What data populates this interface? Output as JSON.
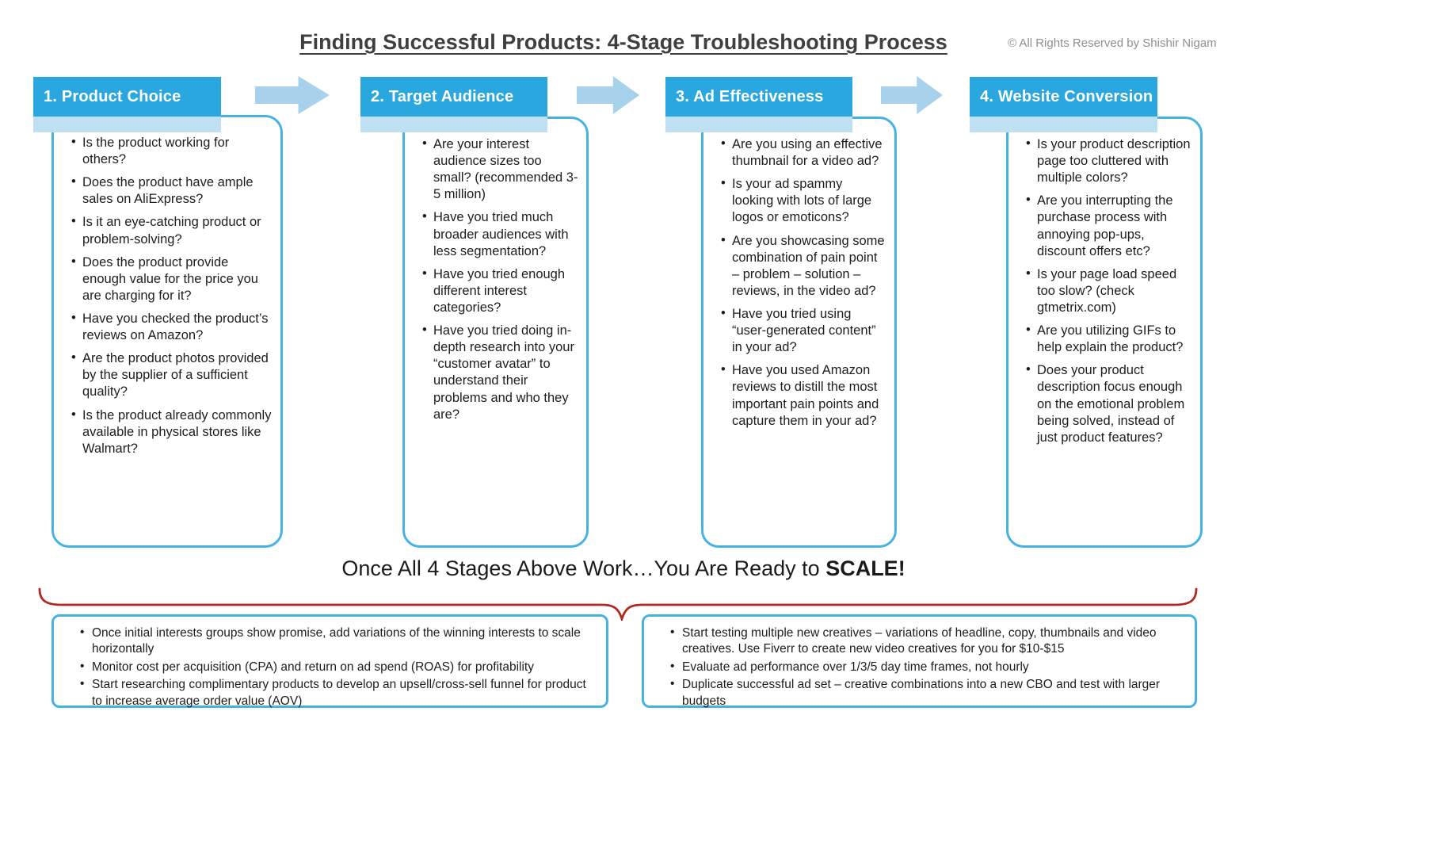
{
  "title": "Finding Successful Products: 4-Stage Troubleshooting Process",
  "copyright": "© All Rights Reserved by Shishir Nigam",
  "icons": {
    "stage_arrow": "arrow-right",
    "scale_brace": "curly-brace-down"
  },
  "colors": {
    "stage_header_blue": "#2aa7de",
    "box_border_blue": "#46b2e4",
    "arrow_blue": "#a8d2ec",
    "header_shadow_blue": "#bfe0f2",
    "brace_red": "#b3271e",
    "title_gray": "#3f3f3f"
  },
  "stages": [
    {
      "label": "1. Product Choice",
      "bullets": [
        "Is the product working for others?",
        "Does the product have ample sales on AliExpress?",
        "Is it an eye-catching product or problem-solving?",
        "Does the product provide enough value for the price you are charging for it?",
        "Have you checked the product’s reviews on Amazon?",
        "Are the product photos provided by the supplier of a sufficient quality?",
        "Is the product already commonly available in physical stores like Walmart?"
      ]
    },
    {
      "label": "2. Target Audience",
      "bullets": [
        "Are your interest audience sizes too small? (recommended 3-5 million)",
        "Have you tried much broader audiences with less segmentation?",
        "Have you tried enough different interest categories?",
        "Have you tried doing in-depth research into your “customer avatar” to understand their problems and who they are?"
      ]
    },
    {
      "label": "3. Ad Effectiveness",
      "bullets": [
        "Are you using an effective thumbnail for a video ad?",
        "Is your ad spammy looking with lots of large logos or emoticons?",
        "Are you showcasing some combination of pain point – problem – solution – reviews, in the video ad?",
        "Have you tried using “user-generated content” in your ad?",
        "Have you used Amazon reviews to distill the most important pain points and capture them in your ad?"
      ]
    },
    {
      "label": "4. Website Conversion",
      "bullets": [
        "Is your product description page too cluttered with multiple colors?",
        "Are you interrupting the purchase process with annoying pop-ups, discount offers etc?",
        "Is your page load speed too slow? (check gtmetrix.com)",
        "Are you utilizing GIFs to help explain the product?",
        "Does your product description focus enough on the emotional problem being solved, instead of just product features?"
      ]
    }
  ],
  "scale_banner": {
    "normal": "Once All 4 Stages Above Work…You Are Ready to ",
    "bold": "SCALE!"
  },
  "bottom": {
    "left_bullets": [
      "Once initial interests groups show promise, add variations of the winning interests to scale horizontally",
      "Monitor cost per acquisition (CPA) and return on ad spend (ROAS) for profitability",
      "Start researching complimentary products to develop an upsell/cross-sell funnel for product to increase average order value (AOV)"
    ],
    "right_bullets": [
      "Start testing multiple new creatives – variations of headline, copy, thumbnails and video creatives. Use Fiverr to create new video creatives for you for $10-$15",
      "Evaluate ad performance over 1/3/5 day time frames, not hourly",
      "Duplicate successful ad set – creative combinations into a new CBO and test with larger budgets"
    ]
  }
}
